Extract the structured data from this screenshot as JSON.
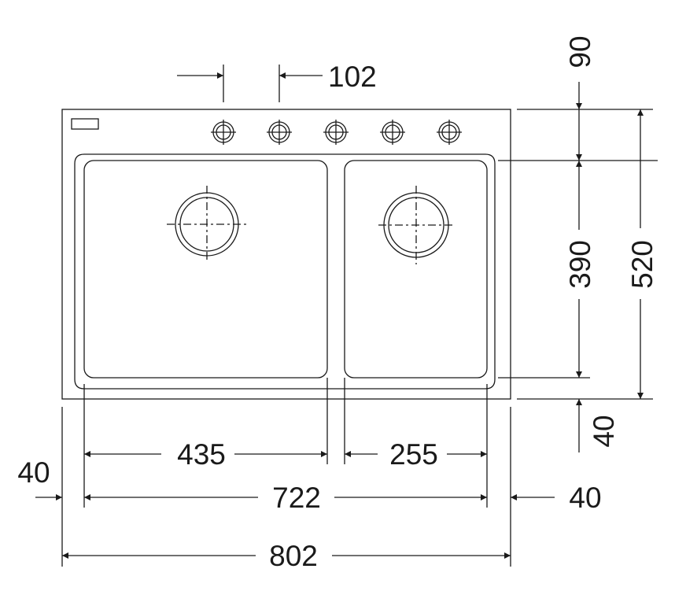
{
  "dimensions": {
    "tap_hole_spacing": "102",
    "top_deck_depth": "90",
    "bowl_depth": "390",
    "overall_depth": "520",
    "bottom_rim": "40",
    "left_bowl_width": "435",
    "right_bowl_width": "255",
    "left_rim": "40",
    "inner_width": "722",
    "right_rim": "40",
    "overall_width": "802"
  },
  "colors": {
    "line": "#1a1a1a",
    "background": "#ffffff"
  }
}
